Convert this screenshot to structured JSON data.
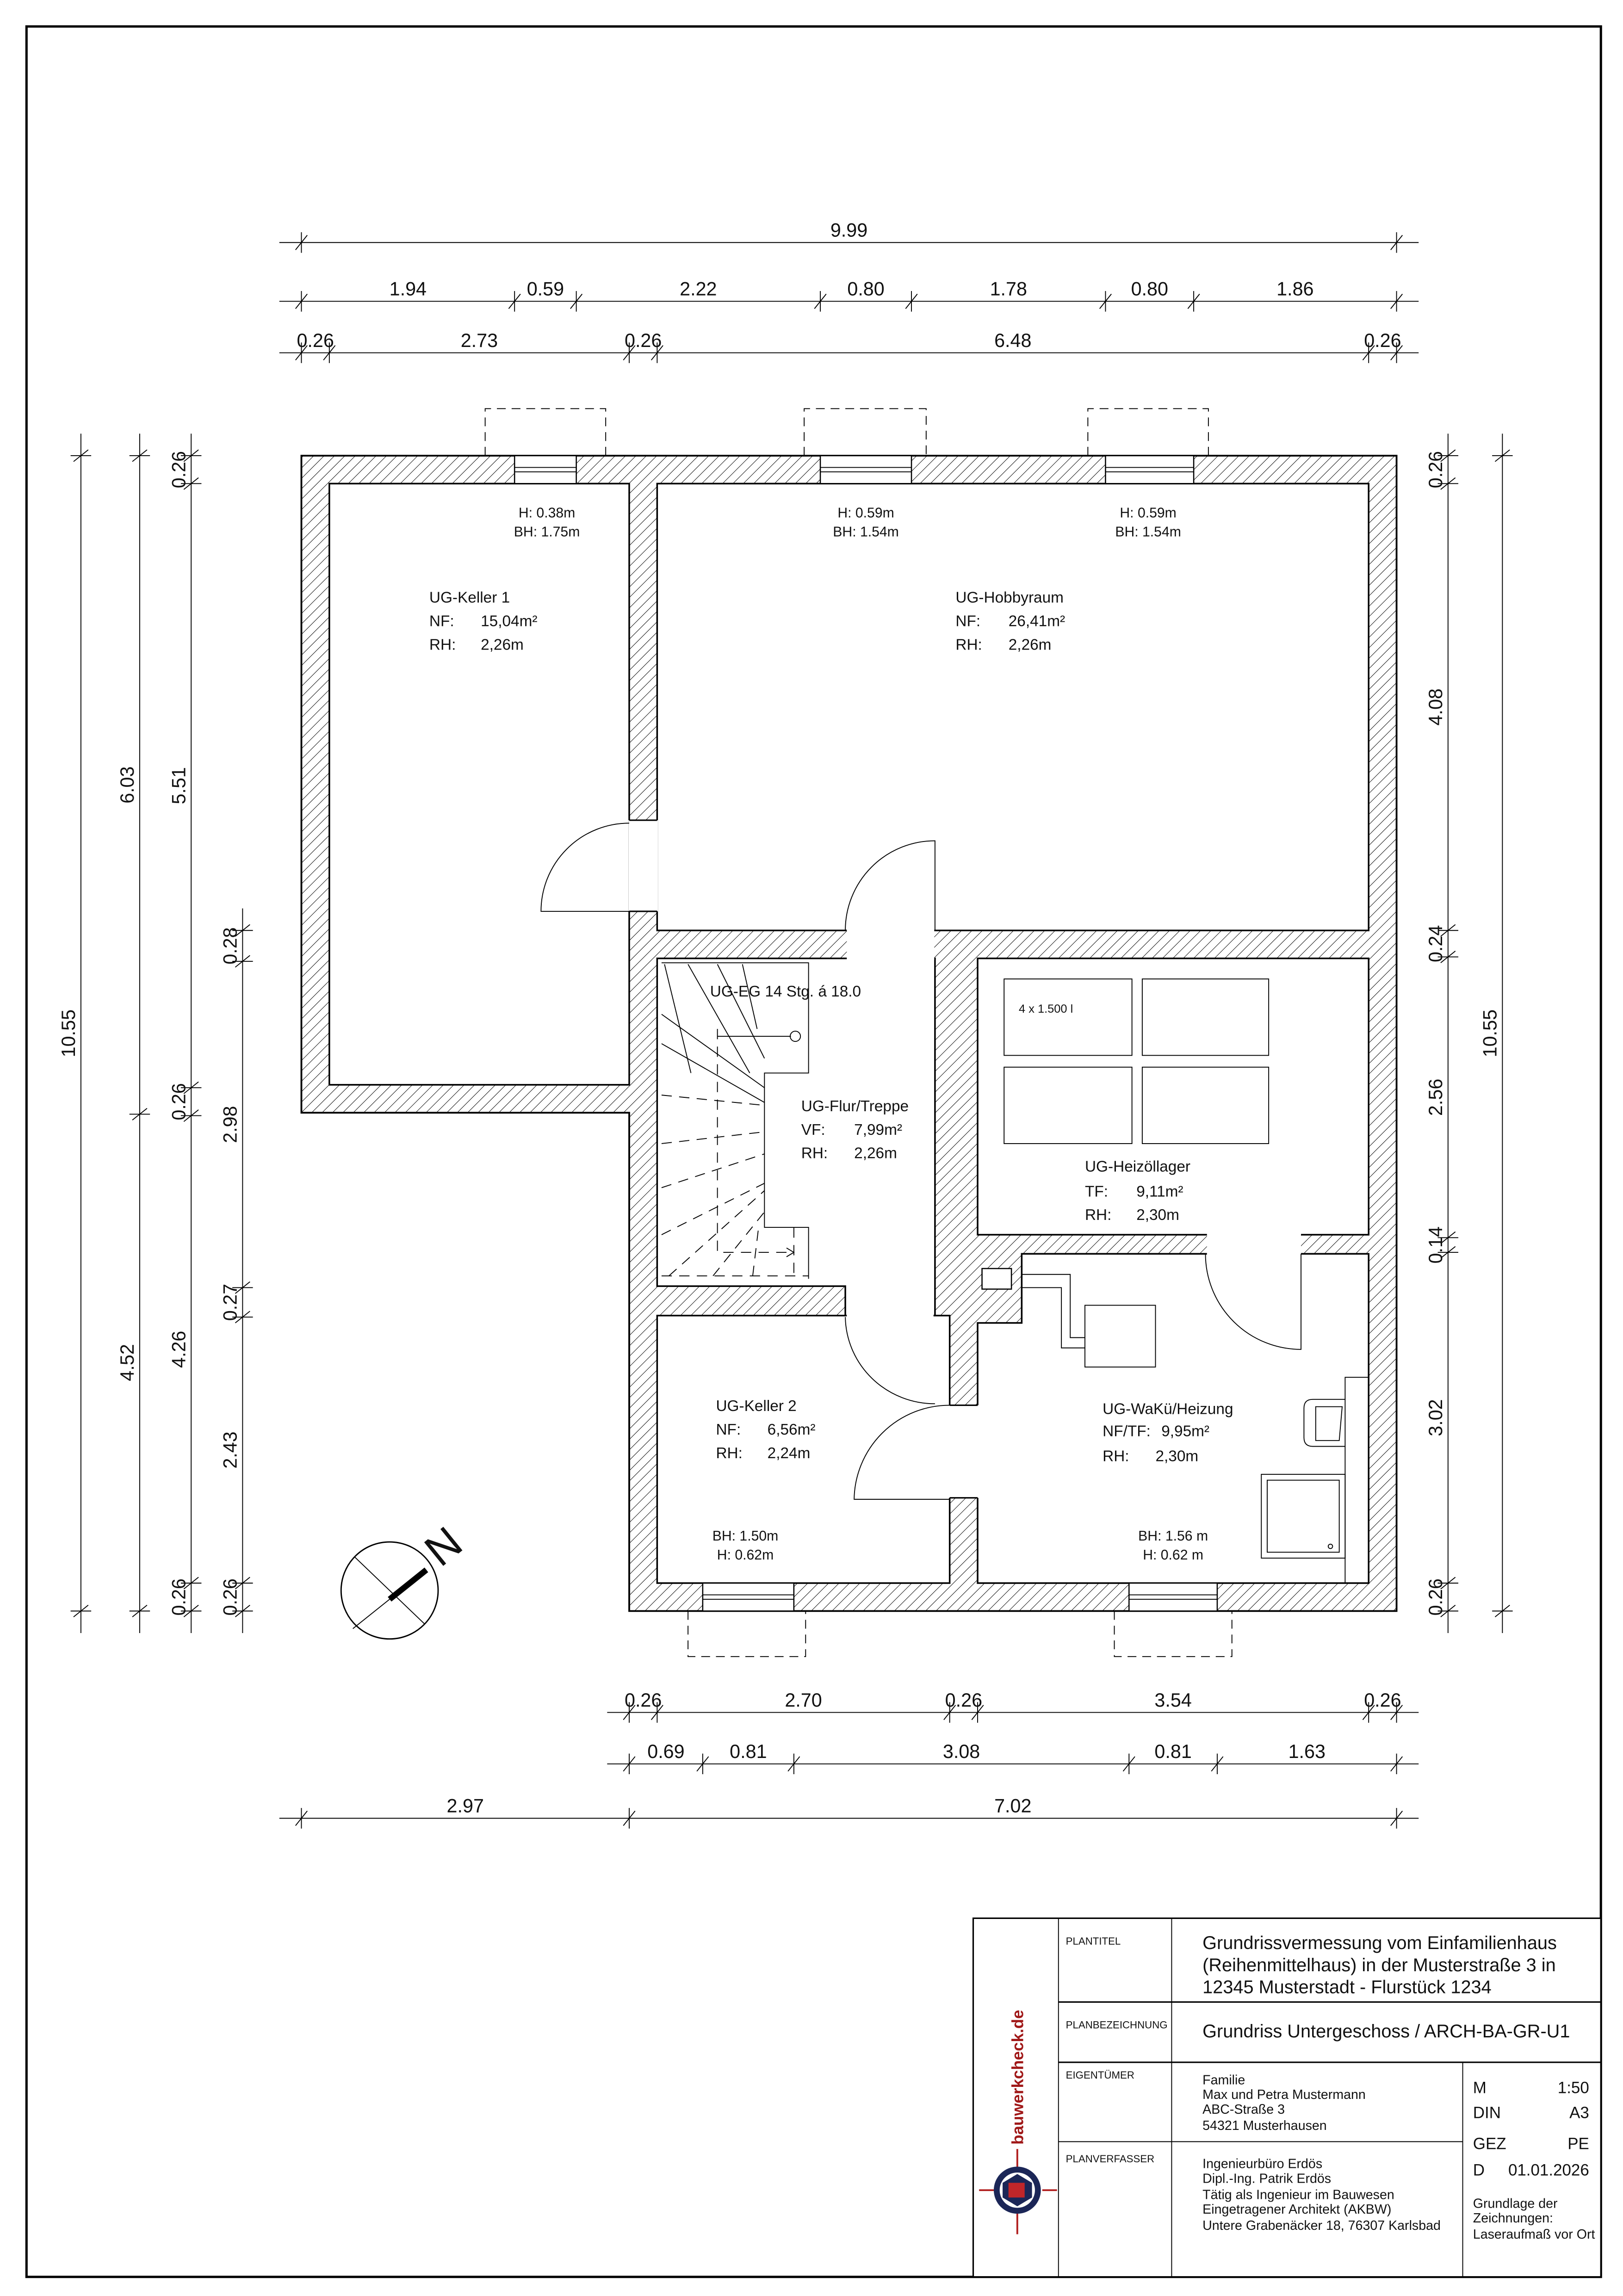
{
  "dimensions": {
    "top_overall": [
      "9.99"
    ],
    "top_openings": [
      "1.94",
      "0.59",
      "2.22",
      "0.80",
      "1.78",
      "0.80",
      "1.86"
    ],
    "top_walls": [
      "0.26",
      "2.73",
      "0.26",
      "6.48",
      "0.26"
    ],
    "bottom_walls": [
      "0.26",
      "2.70",
      "0.26",
      "3.54",
      "0.26"
    ],
    "bottom_openings": [
      "0.69",
      "0.81",
      "3.08",
      "0.81",
      "1.63"
    ],
    "bottom_overall": [
      "2.97",
      "7.02"
    ],
    "left_overall": [
      "10.55"
    ],
    "left_1": [
      "6.03",
      "4.52"
    ],
    "left_2": [
      "0.26",
      "5.51",
      "0.26",
      "4.26",
      "0.26"
    ],
    "left_3": [
      "0.28",
      "2.98",
      "0.27",
      "2.43",
      "0.26"
    ],
    "right_1": [
      "0.26",
      "4.08",
      "0.24",
      "2.56",
      "0.14",
      "3.02",
      "0.26"
    ],
    "right_overall": [
      "10.55"
    ]
  },
  "windows": [
    {
      "h": "H: 0.38m",
      "bh": "BH: 1.75m"
    },
    {
      "h": "H: 0.59m",
      "bh": "BH: 1.54m"
    },
    {
      "h": "H: 0.59m",
      "bh": "BH: 1.54m"
    },
    {
      "h": "H: 0.62m",
      "bh": "BH: 1.50m"
    },
    {
      "h": "H: 0.62  m",
      "bh": "BH: 1.56  m"
    }
  ],
  "rooms": [
    {
      "name": "UG-Keller 1",
      "area_label": "NF:",
      "area": "15,04m²",
      "height_label": "RH:",
      "height": "2,26m"
    },
    {
      "name": "UG-Hobbyraum",
      "area_label": "NF:",
      "area": "26,41m²",
      "height_label": "RH:",
      "height": "2,26m"
    },
    {
      "name": "UG-Flur/Treppe",
      "area_label": "VF:",
      "area": "7,99m²",
      "height_label": "RH:",
      "height": "2,26m"
    },
    {
      "name": "UG-Heizöllager",
      "area_label": "TF:",
      "area": "9,11m²",
      "height_label": "RH:",
      "height": "2,30m"
    },
    {
      "name": "UG-Keller 2",
      "area_label": "NF:",
      "area": "6,56m²",
      "height_label": "RH:",
      "height": "2,24m"
    },
    {
      "name": "UG-WaKü/Heizung",
      "area_label": "NF/TF:",
      "area": "9,95m²",
      "height_label": "RH:",
      "height": "2,30m"
    }
  ],
  "stair_caption": "UG-EG 14 Stg. á 18.0",
  "tank_label": "4 x 1.500 l",
  "north_label": "N",
  "logo_text": "bauwerkcheck.de",
  "title_block": {
    "plantitel_label": "PLANTITEL",
    "plantitel": [
      "Grundrissvermessung vom Einfamilienhaus",
      "(Reihenmittelhaus) in der Musterstraße 3 in",
      "12345 Musterstadt - Flurstück 1234"
    ],
    "planbezeichnung_label": "PLANBEZEICHNUNG",
    "planbezeichnung": "Grundriss Untergeschoss / ARCH-BA-GR-U1",
    "eigentuemer_label": "EIGENTÜMER",
    "eigentuemer": [
      "Familie",
      "Max und Petra Mustermann",
      "ABC-Straße 3",
      "54321 Musterhausen"
    ],
    "planverfasser_label": "PLANVERFASSER",
    "planverfasser": [
      "Ingenieurbüro Erdös",
      "Dipl.-Ing. Patrik Erdös",
      "Tätig als Ingenieur im Bauwesen",
      "Eingetragener Architekt (AKBW)",
      "Untere Grabenäcker 18, 76307 Karlsbad"
    ],
    "meta": [
      {
        "key": "M",
        "value": "1:50"
      },
      {
        "key": "DIN",
        "value": "A3"
      },
      {
        "key": "GEZ",
        "value": "PE"
      },
      {
        "key": "D",
        "value": "01.01.2026"
      }
    ],
    "grundlage": [
      "Grundlage der",
      "Zeichnungen:",
      "Laseraufmaß vor Ort"
    ]
  }
}
